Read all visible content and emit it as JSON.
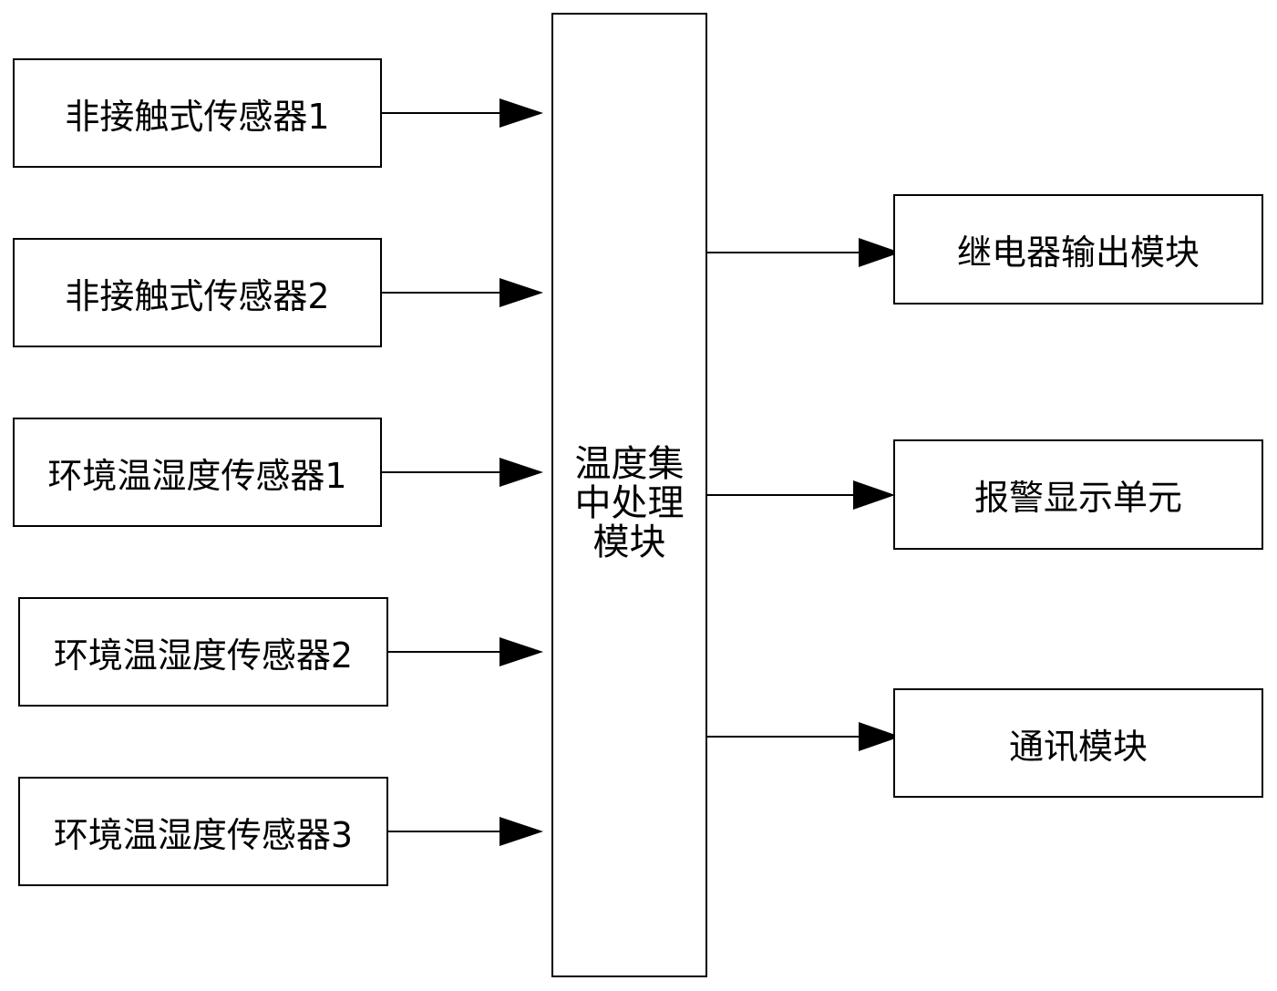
{
  "inputs": [
    {
      "id": "non-contact-sensor-1",
      "label": "非接触式传感器1"
    },
    {
      "id": "non-contact-sensor-2",
      "label": "非接触式传感器2"
    },
    {
      "id": "env-humidity-sensor-1",
      "label": "环境温湿度传感器1"
    },
    {
      "id": "env-humidity-sensor-2",
      "label": "环境温湿度传感器2"
    },
    {
      "id": "env-humidity-sensor-3",
      "label": "环境温湿度传感器3"
    }
  ],
  "center": {
    "label": "温度集中处理模块"
  },
  "outputs": [
    {
      "id": "relay-output-module",
      "label": "继电器输出模块"
    },
    {
      "id": "alarm-display-unit",
      "label": "报警显示单元"
    },
    {
      "id": "communication-module",
      "label": "通讯模块"
    }
  ],
  "colors": {
    "stroke": "#000000",
    "background": "#ffffff"
  }
}
